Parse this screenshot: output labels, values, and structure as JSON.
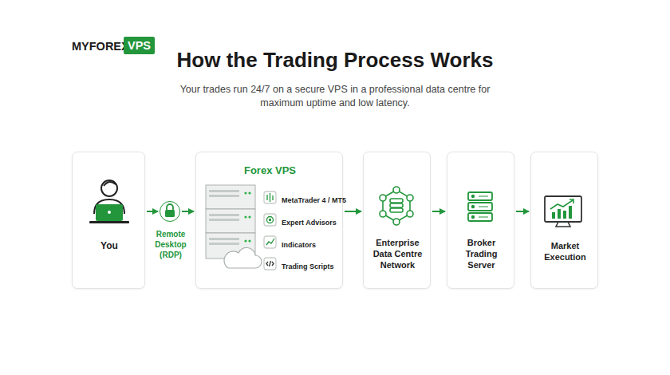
{
  "diagram": {
    "title": "How the Trading Process Works",
    "caption": "Your trades run 24/7 on a secure VPS in a professional data centre for maximum uptime and low latency.",
    "nodes": [
      {
        "text": [
          "You"
        ]
      },
      {
        "text": [
          "Remote Desktop (RDP)"
        ]
      },
      {
        "text": [
          "Forex VPS"
        ]
      },
      {
        "text": [
          "Enterprise Data Centre Network"
        ]
      },
      {
        "text": [
          "Broker Trading Server"
        ]
      },
      {
        "text": [
          "Market Execution"
        ]
      }
    ],
    "edges": [
      {
        "from": 0,
        "to": 1,
        "arrow": "to"
      },
      {
        "from": 1,
        "to": 2,
        "arrow": "to"
      },
      {
        "from": 2,
        "to": 3,
        "arrow": "to"
      },
      {
        "from": 3,
        "to": 4,
        "arrow": "to"
      },
      {
        "from": 4,
        "to": 5,
        "arrow": "to"
      }
    ],
    "labels": [
      "MYFOREX",
      "VPS",
      "MetaTrader 4 / MT5",
      "Expert Advisors",
      "Indicators",
      "Trading Scripts"
    ]
  }
}
